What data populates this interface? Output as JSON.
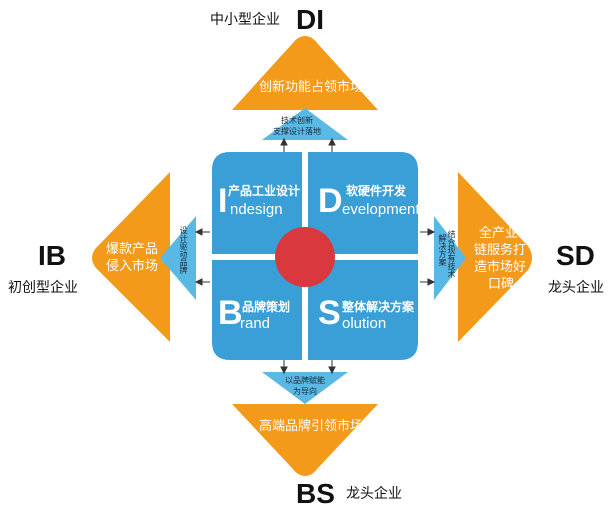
{
  "labels": {
    "top": {
      "code": "DI",
      "company": "中小型企业"
    },
    "left": {
      "code": "IB",
      "company": "初创型企业"
    },
    "right": {
      "code": "SD",
      "company": "龙头企业"
    },
    "bottom": {
      "code": "BS",
      "company": "龙头企业"
    }
  },
  "orange_shapes": {
    "top": "创新功能占领市场",
    "left": [
      "爆款产品",
      "侵入市场"
    ],
    "right": [
      "全产业",
      "链服务打",
      "造市场好",
      "口碑"
    ],
    "bottom": "高端品牌引领市场"
  },
  "small_triangles": {
    "top": [
      "技术创新",
      "支撑设计落地"
    ],
    "left": "设计驱动品牌",
    "right": [
      "结合现有技术",
      "解决方案"
    ],
    "bottom": [
      "以品牌赋能",
      "为导向"
    ]
  },
  "quadrants": {
    "tl": {
      "title": "产品工业设计",
      "letter": "I",
      "rest": "ndesign"
    },
    "tr": {
      "title": "软硬件开发",
      "letter": "D",
      "rest": "evelopment"
    },
    "bl": {
      "title": "品牌策划",
      "letter": "B",
      "rest": "rand"
    },
    "br": {
      "title": "整体解决方案",
      "letter": "S",
      "rest": "olution"
    }
  },
  "colors": {
    "orange": "#f39a1b",
    "blue": "#3a9fd6",
    "light_blue": "#5ab8e4",
    "red": "#d9383e",
    "arrow": "#333333"
  }
}
